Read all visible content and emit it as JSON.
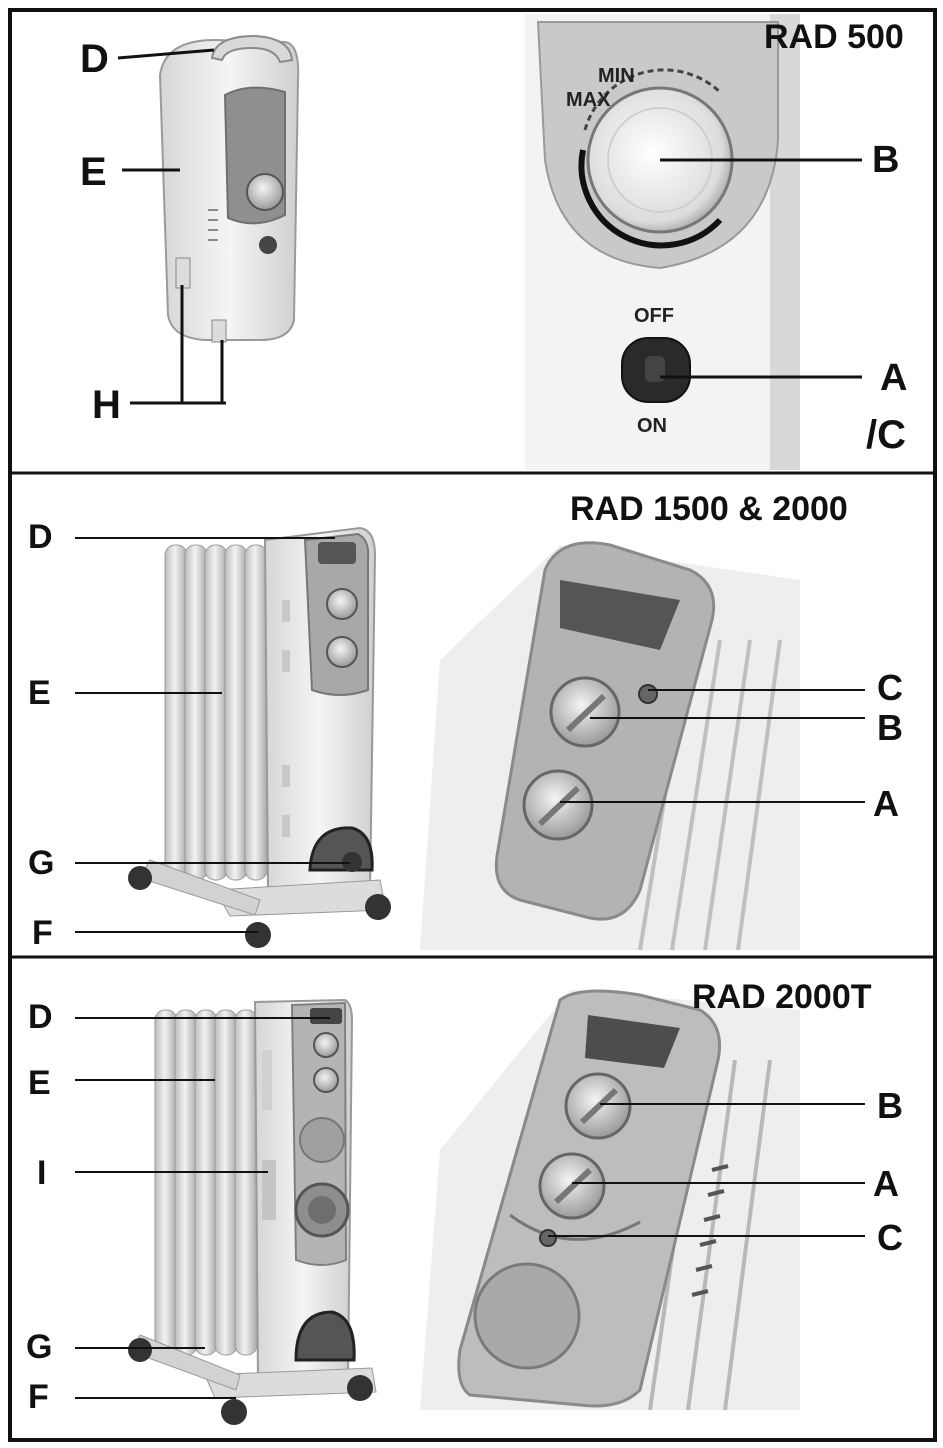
{
  "panels": [
    {
      "title": "RAD 500",
      "labels": {
        "D": "D",
        "E": "E",
        "H": "H",
        "B": "B",
        "A": "A",
        "C": "/C"
      },
      "switch_off": "OFF",
      "switch_on": "ON",
      "dial_min": "MIN",
      "dial_max": "MAX"
    },
    {
      "title": "RAD 1500 & 2000",
      "labels": {
        "D": "D",
        "E": "E",
        "G": "G",
        "F": "F",
        "C": "C",
        "B": "B",
        "A": "A"
      }
    },
    {
      "title": "RAD 2000T",
      "labels": {
        "D": "D",
        "E": "E",
        "I": "I",
        "G": "G",
        "F": "F",
        "B": "B",
        "A": "A",
        "C": "C"
      }
    }
  ],
  "colors": {
    "border": "#111111",
    "body_light": "#ececec",
    "body_mid": "#c9c9c9",
    "body_dark": "#8e8e8e"
  }
}
